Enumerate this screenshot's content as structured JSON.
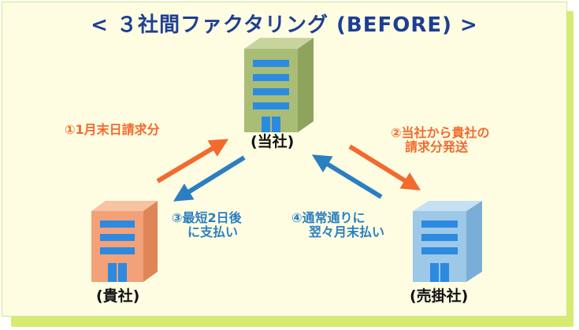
{
  "title": "< ３社間ファクタリング (BEFORE) >",
  "entities": {
    "our_company": "(当社)",
    "your_company": "(貴社)",
    "seller": "(売掛社)"
  },
  "flows": [
    {
      "step": "①",
      "lines": [
        "①1月末日請求分"
      ],
      "color": "#f26a2e"
    },
    {
      "step": "②",
      "lines": [
        "②当社から貴社の",
        "請求分発送"
      ],
      "color": "#f26a2e"
    },
    {
      "step": "③",
      "lines": [
        "③最短2日後",
        "に支払い"
      ],
      "color": "#2b7fc1"
    },
    {
      "step": "④",
      "lines": [
        "④通常通りに",
        "翌々月末払い"
      ],
      "color": "#2b7fc1"
    }
  ],
  "colors": {
    "title": "#1d3f93",
    "building_ours": "#a9bd77",
    "building_yours": "#f3a178",
    "building_seller": "#9dc8e8",
    "window": "#2c8ae0",
    "background": "#fefde2",
    "shadow": "#d6ec70"
  }
}
